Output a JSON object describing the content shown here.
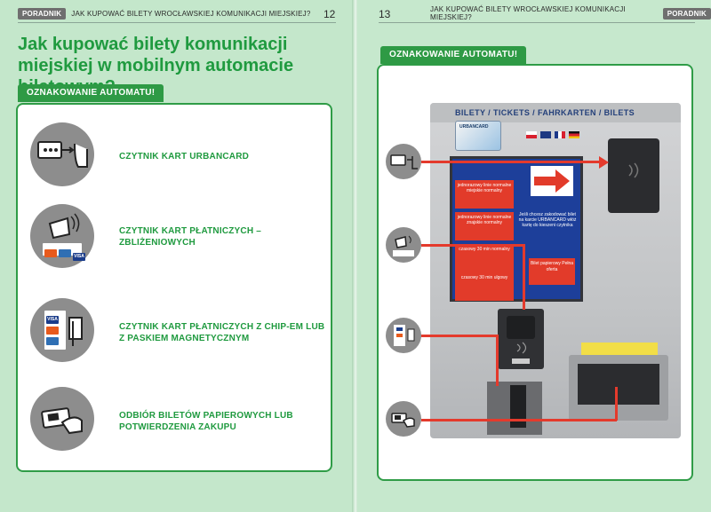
{
  "left_page": {
    "section_tag": "PORADNIK",
    "running_title": "JAK KUPOWAĆ BILETY WROCŁAWSKIEJ KOMUNIKACJI MIEJSKIEJ?",
    "page_number": "12",
    "heading": "Jak kupować bilety komunikacji miejskiej w mobilnym automacie biletowym?",
    "band_label": "OZNAKOWANIE AUTOMATU!",
    "items": [
      {
        "label": "CZYTNIK KART URBANCARD",
        "icon": "urbancard-reader-icon"
      },
      {
        "label": "CZYTNIK KART PŁATNICZYCH – ZBLIŻENIOWYCH",
        "icon": "contactless-reader-icon"
      },
      {
        "label": "CZYTNIK KART PŁATNICZYCH Z CHIP-EM LUB Z PASKIEM MAGNETYCZNYM",
        "icon": "chip-card-reader-icon"
      },
      {
        "label": "ODBIÓR BILETÓW PAPIEROWYCH LUB POTWIERDZENIA ZAKUPU",
        "icon": "ticket-collection-icon"
      }
    ],
    "card_brands": [
      "VISA",
      "VISA"
    ]
  },
  "right_page": {
    "page_number": "13",
    "running_title": "JAK KUPOWAĆ BILETY WROCŁAWSKIEJ KOMUNIKACJI MIEJSKIEJ?",
    "section_tag": "PORADNIK",
    "band_label": "OZNAKOWANIE AUTOMATU!",
    "machine": {
      "header": "BILETY / TICKETS / FAHRKARTEN / BILETS",
      "card_brand": "URBANCARD",
      "screen_buttons": [
        "jednorazowy linie normalne miejskie normalny",
        "jednorazowy linie normalne znajskie normalny",
        "czasowy 30 min normalny",
        "czasowy 30 min ulgowy"
      ],
      "screen_prompt": "Jeśli chcesz zakodować bilet na karcie URBANCARD włóż kartę do kieszeni czytnika",
      "screen_box": "Bilet papierowy Pełna oferta"
    }
  },
  "colors": {
    "accent_green": "#2e9a45",
    "arrow_red": "#e43a2c",
    "screen_blue": "#1d3f9a"
  }
}
